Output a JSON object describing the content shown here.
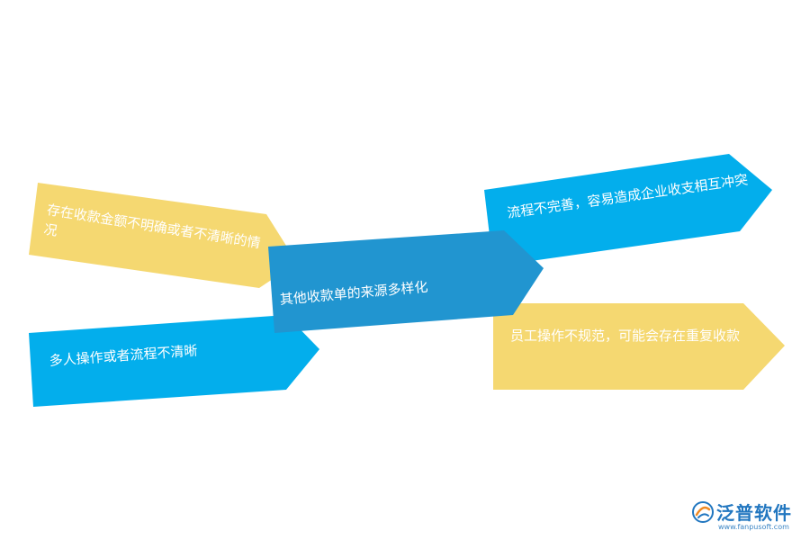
{
  "colors": {
    "yellow": "#f5d871",
    "light_blue": "#03aeec",
    "dark_blue": "#2195d0"
  },
  "diagram": {
    "center": {
      "text": "其他收款单的来源多样化"
    },
    "items": [
      {
        "text": "存在收款金额不明确或者不清晰的情况"
      },
      {
        "text": "多人操作或者流程不清晰"
      },
      {
        "text": "流程不完善，容易造成企业收支相互冲突"
      },
      {
        "text": "员工操作不规范，可能会存在重复收款"
      }
    ]
  },
  "logo": {
    "name": "泛普软件",
    "url": "www.fanpusoft.com"
  }
}
